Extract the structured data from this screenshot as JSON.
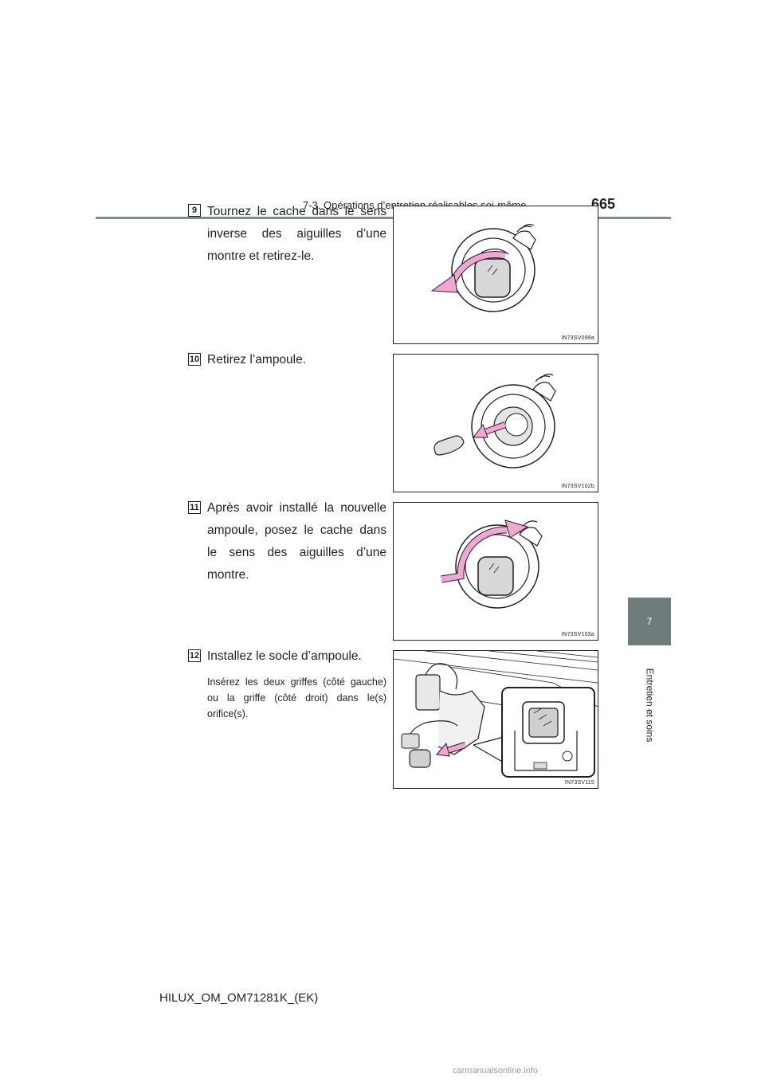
{
  "header": {
    "section": "7-3. Opérations d’entretien réalisables soi-même",
    "page_number": "665"
  },
  "side_tab": {
    "chapter_number": "7",
    "chapter_label": "Entretien et soins"
  },
  "steps": [
    {
      "number": "9",
      "text": "Tournez le cache dans le sens inverse des aiguilles d’une montre et retirez-le.",
      "figure_code": "IN73SV099a"
    },
    {
      "number": "10",
      "text": "Retirez l’ampoule.",
      "figure_code": "IN73SV102b"
    },
    {
      "number": "11",
      "text": "Après avoir installé la nouvelle ampoule, posez le cache dans le sens des aiguilles d’une montre.",
      "figure_code": "IN73SV103a"
    },
    {
      "number": "12",
      "text": "Installez le socle d’ampoule.",
      "note": "Insérez les deux griffes (côté gauche) ou la griffe (côté droit) dans le(s) orifice(s).",
      "figure_code": "IN73SV115"
    }
  ],
  "footer": {
    "code": "HILUX_OM_OM71281K_(EK)",
    "watermark": "carmanualsonline.info"
  },
  "colors": {
    "arrow_pink": "#f2a6d3",
    "rule_gray": "#808c8a",
    "tab_gray": "#6f7c7b"
  }
}
